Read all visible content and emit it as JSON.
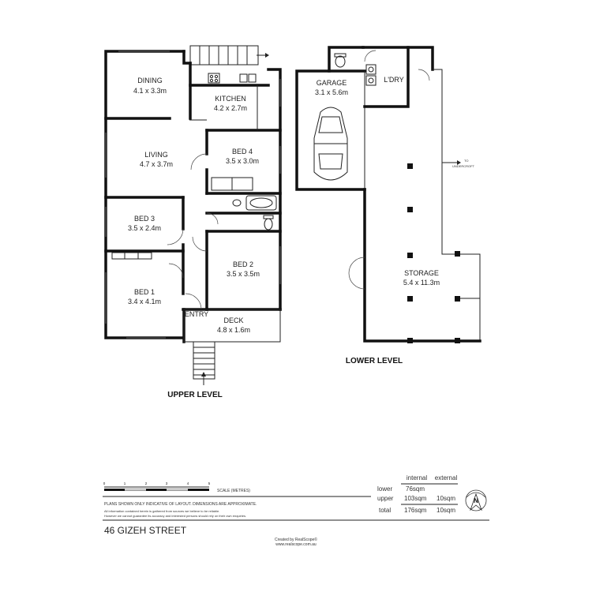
{
  "upper_level": {
    "label": "UPPER LEVEL",
    "rooms": {
      "dining": {
        "name": "DINING",
        "size": "4.1 x 3.3m"
      },
      "kitchen": {
        "name": "KITCHEN",
        "size": "4.2 x 2.7m"
      },
      "living": {
        "name": "LIVING",
        "size": "4.7 x 3.7m"
      },
      "bed4": {
        "name": "BED 4",
        "size": "3.5 x 3.0m"
      },
      "bed3": {
        "name": "BED 3",
        "size": "3.5 x 2.4m"
      },
      "bed2": {
        "name": "BED 2",
        "size": "3.5 x 3.5m"
      },
      "bed1": {
        "name": "BED 1",
        "size": "3.4 x 4.1m"
      },
      "entry": {
        "name": "ENTRY"
      },
      "deck": {
        "name": "DECK",
        "size": "4.8 x 1.6m"
      }
    }
  },
  "lower_level": {
    "label": "LOWER LEVEL",
    "rooms": {
      "garage": {
        "name": "GARAGE",
        "size": "3.1 x 5.6m"
      },
      "laundry": {
        "name": "L'DRY"
      },
      "storage": {
        "name": "STORAGE",
        "size": "5.4 x 11.3m"
      }
    },
    "to_undercroft": [
      "TO",
      "UNDERCROFT"
    ]
  },
  "scale_bar": {
    "ticks": [
      "0",
      "1",
      "2",
      "3",
      "4",
      "5"
    ],
    "label": "SCALE (METRES)"
  },
  "disclaimer": {
    "main": "PLANS SHOWN ONLY INDICATIVE OF LAYOUT.  DIMENSIONS ARE APPROXIMATE.",
    "line1": "All information contained herein is gathered from sources we believe to be reliable.",
    "line2": "However we cannot guarantee its accuracy and interested persons should rely on their own enquiries."
  },
  "areas": {
    "headers": [
      "internal",
      "external"
    ],
    "rows": [
      {
        "label": "lower",
        "internal": "76sqm",
        "external": ""
      },
      {
        "label": "upper",
        "internal": "103sqm",
        "external": "10sqm"
      },
      {
        "label": "total",
        "internal": "176sqm",
        "external": "10sqm"
      }
    ]
  },
  "address": "46 GIZEH STREET",
  "credit": {
    "line1": "Created by RealScope©",
    "line2": "www.realscope.com.au"
  },
  "north_arrow": {
    "letter": "N",
    "icon": "north-arrow-icon"
  }
}
